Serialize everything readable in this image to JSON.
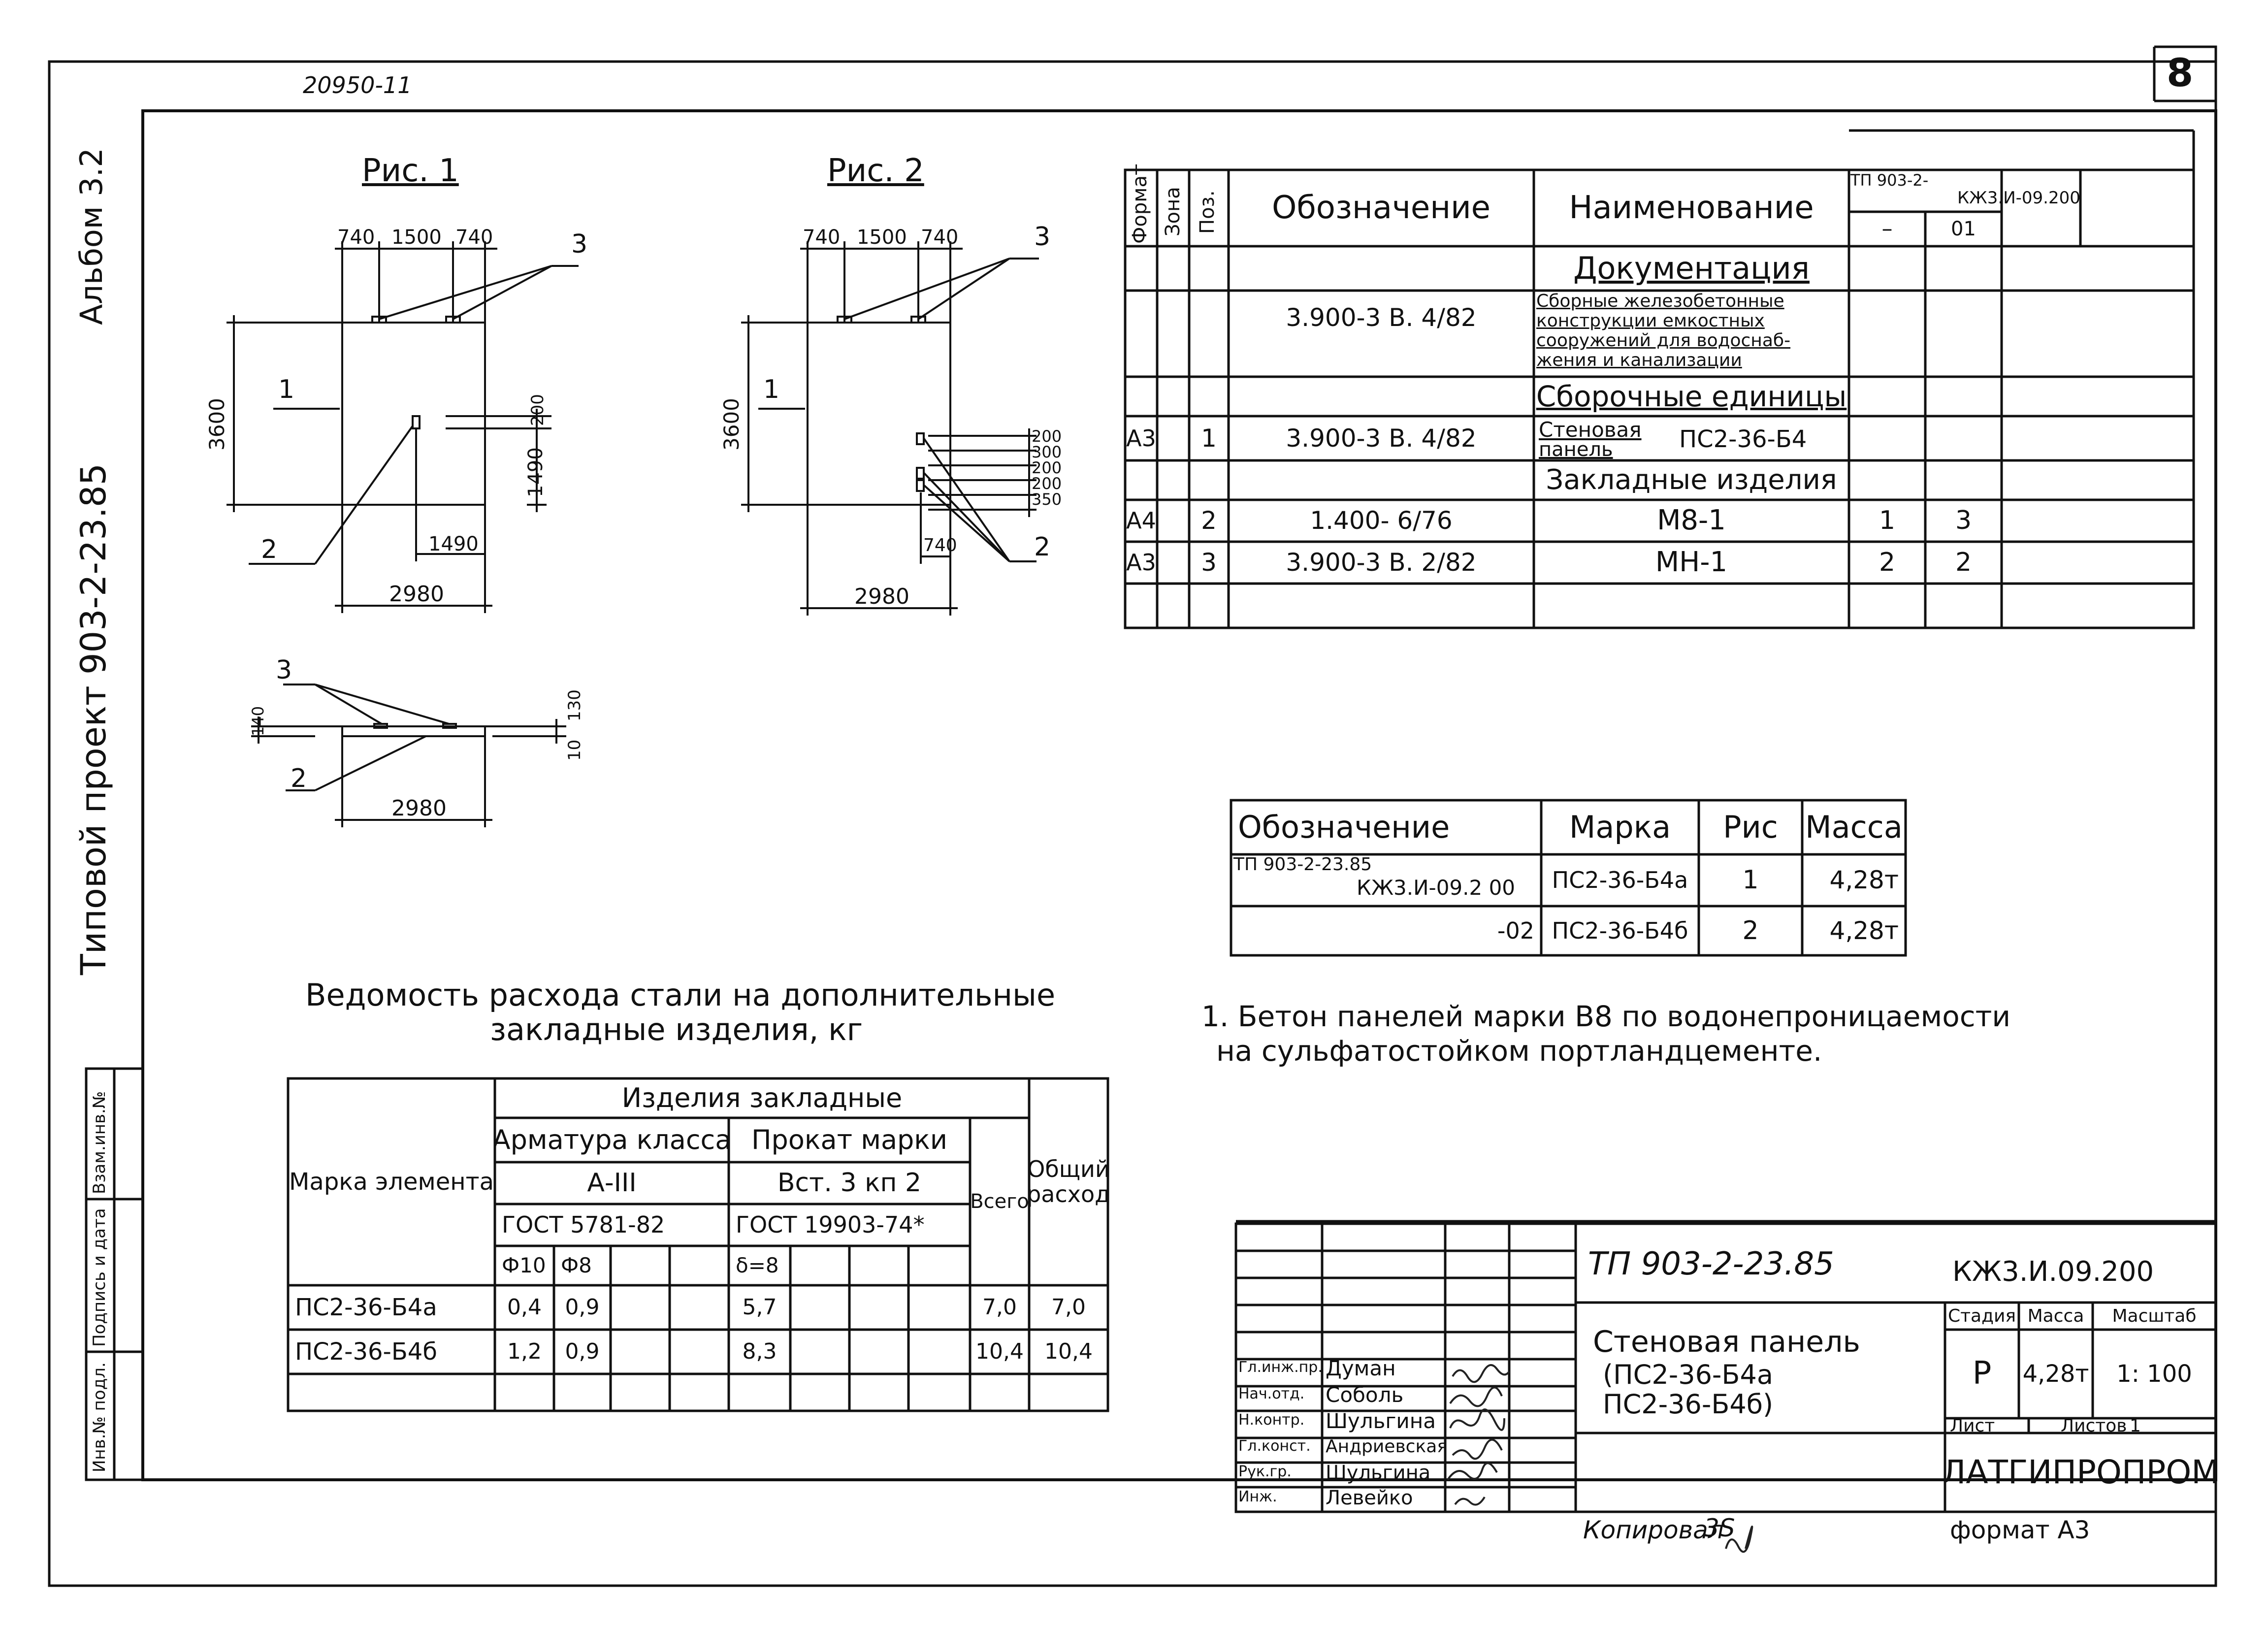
{
  "sheet": {
    "sheet_no": "8",
    "archive_no": "20950-11",
    "album": "Альбом 3.2",
    "project": "Типовой проект 903-2-23.85",
    "copied": "Копировал",
    "copied_sign": "3S",
    "format": "формат А3"
  },
  "side_stamp": [
    "Инв.№ подл.",
    "Подпись и дата",
    "Взам.инв.№"
  ],
  "fig1": {
    "title": "Рис. 1",
    "dims_top": [
      "740",
      "1500",
      "740"
    ],
    "height": "3600",
    "dim_200": "200",
    "dim_1490v": "1490",
    "dim_1490h": "1490",
    "width": "2980",
    "callouts": [
      "1",
      "2",
      "3"
    ]
  },
  "fig2": {
    "title": "Рис. 2",
    "dims_top": [
      "740",
      "1500",
      "740"
    ],
    "height": "3600",
    "right_dims": [
      "200",
      "300",
      "200",
      "200",
      "350"
    ],
    "dim_740": "740",
    "width": "2980",
    "callouts": [
      "1",
      "2",
      "3"
    ]
  },
  "section": {
    "dim_140": "140",
    "dim_130": "130",
    "dim_10": "10",
    "width": "2980",
    "callouts": [
      "2",
      "3"
    ]
  },
  "spec": {
    "headers": {
      "format": "Формат",
      "zone": "Зона",
      "pos": "Поз.",
      "designation": "Обозначение",
      "name": "Наименование"
    },
    "doc_code": "ТП 903-2-",
    "doc_code2": "КЖ3.И-09.200",
    "var_dash": "–",
    "var_01": "01",
    "sections": {
      "docs": "Документация",
      "units": "Сборочные единицы",
      "embedded": "Закладные изделия"
    },
    "doc_row": {
      "designation": "3.900-3  В. 4/82",
      "name_lines": [
        "Сборные железобетонные",
        "конструкции емкостных",
        "сооружений для водоснаб-",
        "жения и канализации"
      ]
    },
    "unit_row": {
      "format": "А3",
      "pos": "1",
      "designation": "3.900-3  В. 4/82",
      "name_a": "Стеновая",
      "name_b": "панель",
      "mark": "ПС2-36-Б4"
    },
    "items": [
      {
        "format": "А4",
        "pos": "2",
        "designation": "1.400-  6/76",
        "name": "М8-1",
        "q1": "1",
        "q2": "3"
      },
      {
        "format": "А3",
        "pos": "3",
        "designation": "3.900-3  В. 2/82",
        "name": "МН-1",
        "q1": "2",
        "q2": "2"
      }
    ]
  },
  "marks": {
    "headers": [
      "Обозначение",
      "Марка",
      "Рис",
      "Масса"
    ],
    "rows": [
      {
        "designation_a": "ТП 903-2-23.85",
        "designation_b": "КЖ3.И-09.2 00",
        "mark": "ПС2-36-Б4а",
        "fig": "1",
        "mass": "4,28т"
      },
      {
        "designation_a": "",
        "designation_b": "-02",
        "mark": "ПС2-36-Б4б",
        "fig": "2",
        "mass": "4,28т"
      }
    ]
  },
  "note": [
    "1. Бетон панелей  марки  В8  по водонепроницаемости",
    "на сульфатостойком  портландцементе."
  ],
  "steel": {
    "title": [
      "Ведомость расхода стали на дополнительные",
      "закладные изделия, кг"
    ],
    "element_mark": "Марка элемента",
    "group": "Изделия закладные",
    "rebar": "Арматура класса",
    "rebar_class": "А-III",
    "rebar_gost": "ГОСТ  5781-82",
    "rolled": "Прокат марки",
    "rolled_grade": "Вст. 3 кп 2",
    "rolled_gost": "ГОСТ  19903-74*",
    "total": "Всего",
    "overall": [
      "Общий",
      "расход"
    ],
    "sub": [
      "Ф10",
      "Ф8",
      "δ=8"
    ],
    "rows": [
      {
        "mark": "ПС2-36-Б4а",
        "f10": "0,4",
        "f8": "0,9",
        "d8": "5,7",
        "total": "7,0",
        "overall": "7,0"
      },
      {
        "mark": "ПС2-36-Б4б",
        "f10": "1,2",
        "f8": "0,9",
        "d8": "8,3",
        "total": "10,4",
        "overall": "10,4"
      }
    ]
  },
  "titleblock": {
    "project": "ТП  903-2-23.85",
    "code": "КЖ3.И.09.200",
    "name": [
      "Стеновая панель",
      "(ПС2-36-Б4а",
      " ПС2-36-Б4б)"
    ],
    "stage_h": "Стадия",
    "mass_h": "Масса",
    "scale_h": "Масштаб",
    "stage": "Р",
    "mass": "4,28т",
    "scale": "1: 100",
    "sheet_h": "Лист",
    "sheets_h": "Листов",
    "sheets": "1",
    "org": "ЛАТГИПРОПРОМ",
    "staff": [
      {
        "role": "Гл.инж.пр.",
        "name": "Думан"
      },
      {
        "role": "Нач.отд.",
        "name": "Соболь"
      },
      {
        "role": "Н.контр.",
        "name": "Шульгина"
      },
      {
        "role": "Гл.конст.",
        "name": "Андриевская"
      },
      {
        "role": "Рук.гр.",
        "name": "Шульгина"
      },
      {
        "role": "Инж.",
        "name": "Левейко"
      }
    ]
  }
}
